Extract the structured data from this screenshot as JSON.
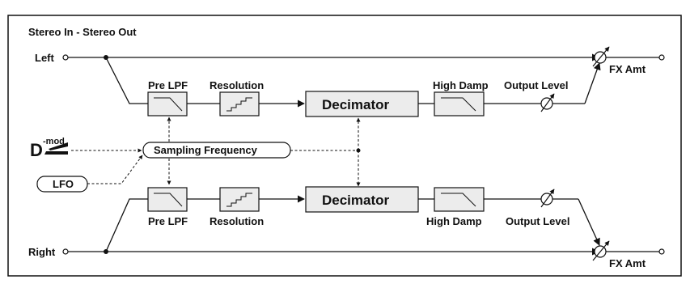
{
  "title": "Stereo In - Stereo Out",
  "inputs": {
    "left": "Left",
    "right": "Right"
  },
  "blocks": {
    "pre_lpf": "Pre LPF",
    "resolution": "Resolution",
    "decimator": "Decimator",
    "high_damp": "High Damp",
    "output_level": "Output Level",
    "fx_amt": "FX Amt",
    "sampling_frequency": "Sampling Frequency"
  },
  "mod_sources": {
    "dmod_letter": "D",
    "dmod_superscript": "-mod",
    "lfo": "LFO"
  },
  "colors": {
    "stroke": "#111111",
    "background": "#ffffff",
    "block_fill": "#ececec"
  }
}
